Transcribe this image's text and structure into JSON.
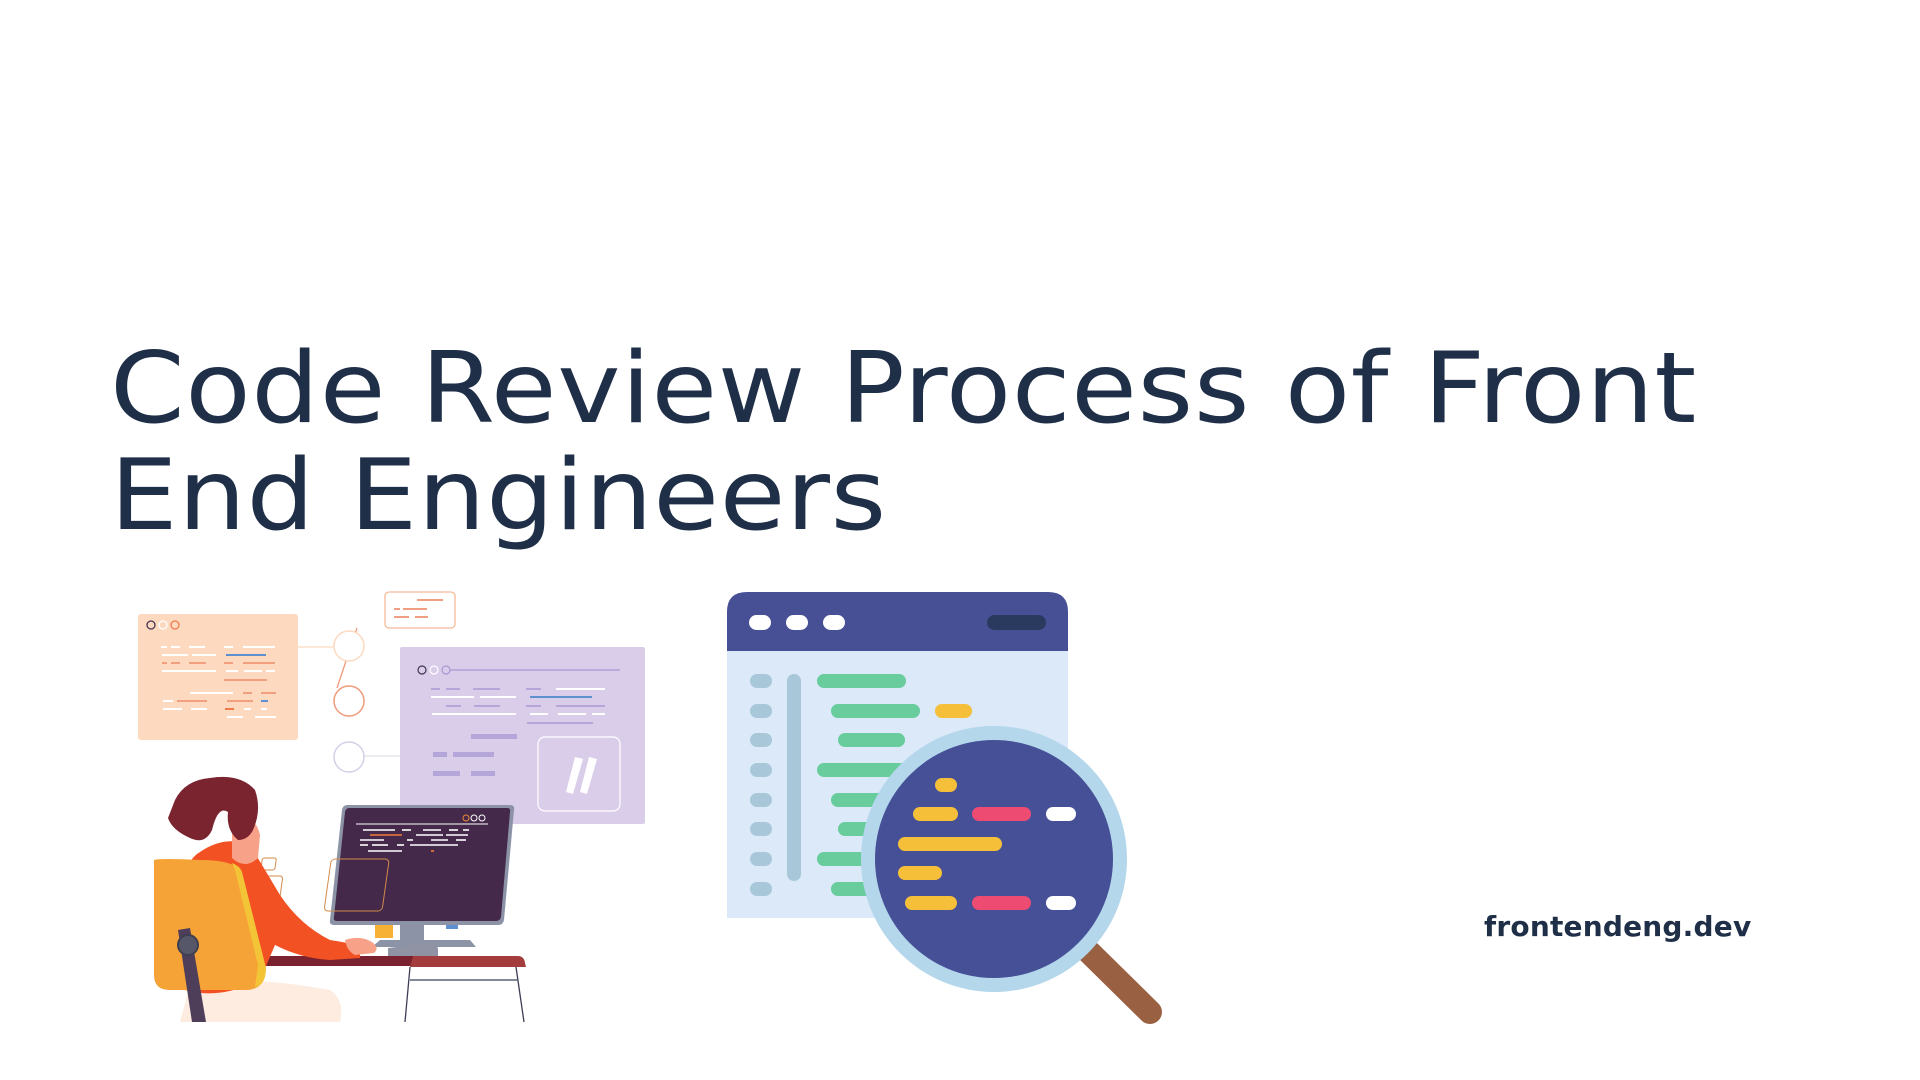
{
  "header": {
    "title_lines": [
      "Code Review Process of Front",
      "End Engineers"
    ],
    "site_label": "frontendeng.dev"
  },
  "colors": {
    "title": "#1f2f47",
    "background": "#ffffff",
    "code_window_header": "#474f95",
    "code_window_body": "#dbe9f8",
    "code_green": "#68cc9c",
    "code_yellow": "#f5bf3a",
    "code_red": "#ee4b72",
    "line_number": "#a8c8da",
    "magnifier_rim": "#b4d7ec",
    "magnifier_lens": "#465096",
    "magnifier_handle": "#9a6042",
    "peach_card": "#fcd9bf",
    "lavender_card": "#dacdea",
    "monitor": "#44294a"
  },
  "illustrations": {
    "left": {
      "description": "woman-at-desk-with-code-windows"
    },
    "right": {
      "description": "code-window-under-magnifying-glass"
    }
  }
}
